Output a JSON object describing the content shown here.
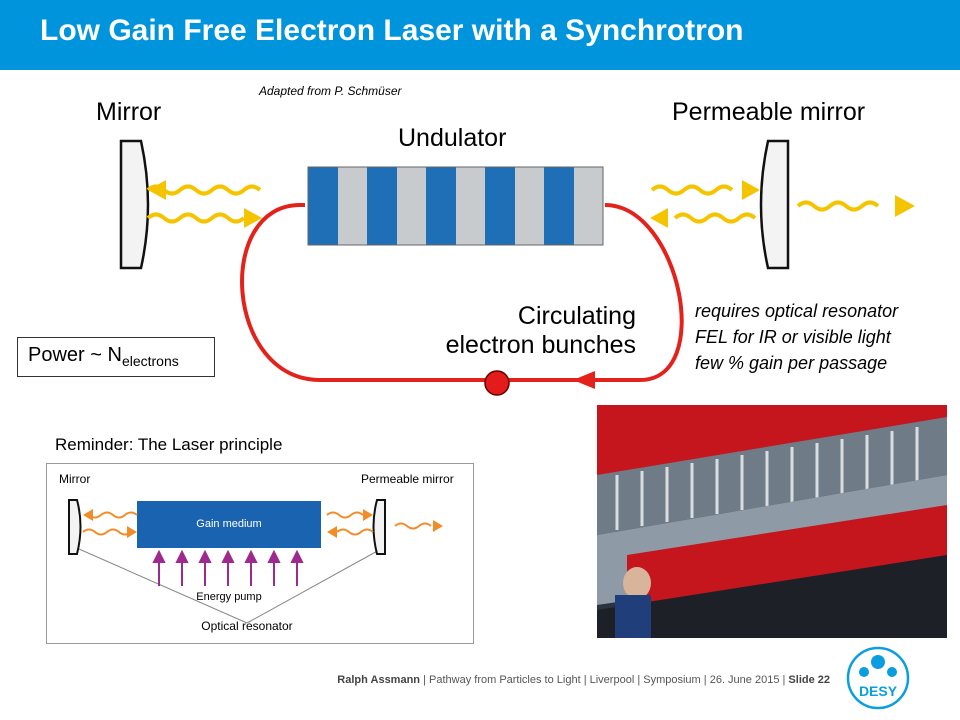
{
  "slide": {
    "title": "Low Gain Free Electron Laser with a Synchrotron",
    "credit": "Adapted from P. Schmüser"
  },
  "diagram": {
    "mirror_label": "Mirror",
    "undulator_label": "Undulator",
    "permeable_mirror_label": "Permeable mirror",
    "bunches_line1": "Circulating",
    "bunches_line2": "electron bunches",
    "notes": [
      "requires optical resonator",
      "FEL for IR or visible light",
      "few % gain per passage"
    ],
    "colors": {
      "undulator_blue": "#1f6fb6",
      "undulator_gray": "#c8cbce",
      "beam_path": "#e3221b",
      "light_wave": "#f5c400"
    }
  },
  "power": {
    "prefix": "Power ~ N",
    "subscript": "electrons"
  },
  "reminder": {
    "heading": "Reminder:  The  Laser principle",
    "mirror": "Mirror",
    "permeable_mirror": "Permeable mirror",
    "gain_medium": "Gain medium",
    "energy_pump": "Energy pump",
    "optical_resonator": "Optical resonator"
  },
  "photo": {
    "icon": "undulator-photo"
  },
  "footer": {
    "author": "Ralph  Assmann",
    "talk": "Pathway from Particles to Light",
    "venue": "Liverpool",
    "event": "Symposium",
    "date": "26. June 2015",
    "slide_label": "Slide 22"
  },
  "logo": {
    "text": "DESY"
  }
}
